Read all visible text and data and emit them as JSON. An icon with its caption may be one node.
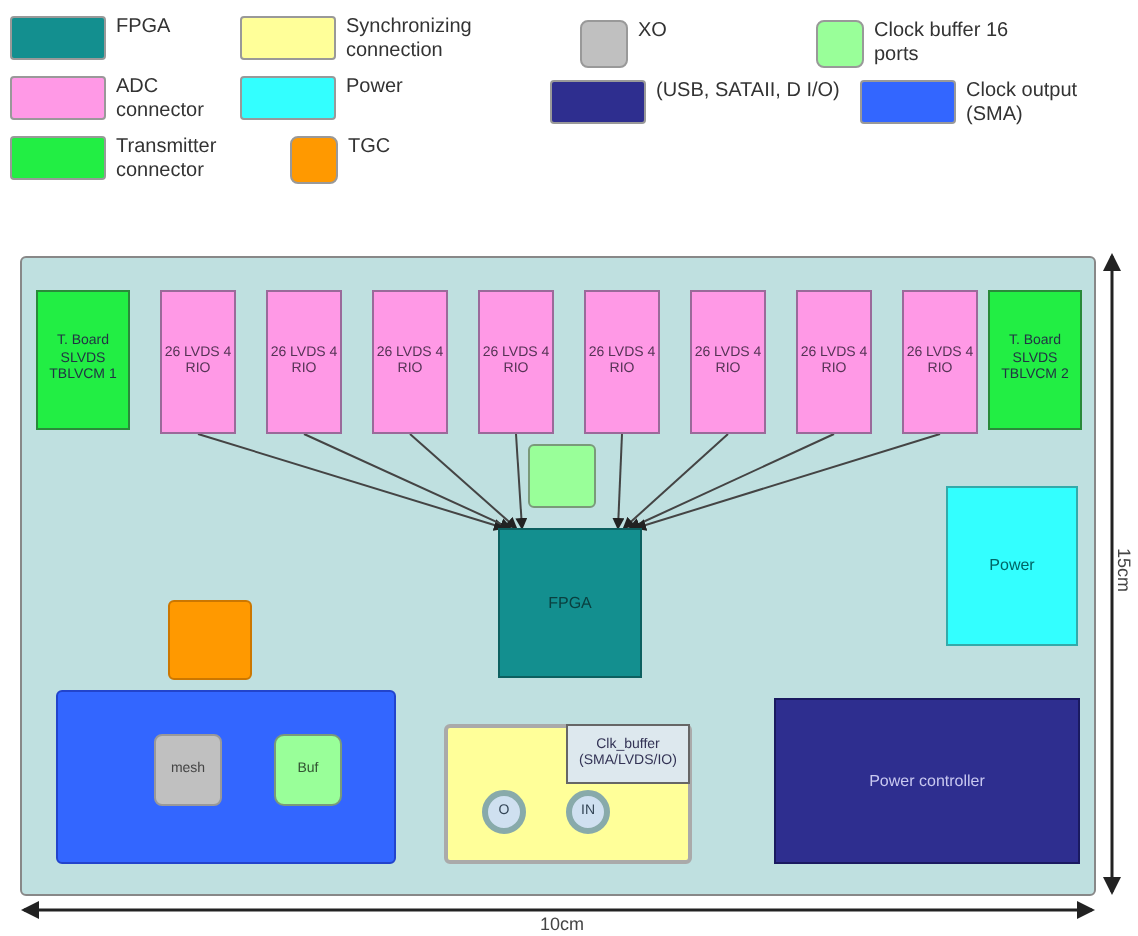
{
  "diagram": {
    "nodes": [
      {
        "text": [],
        "shape": "box"
      },
      {
        "text": [
          "T. Board SLVDS TBLVCM 1"
        ],
        "in": 0
      },
      {
        "text": [
          "26 LVDS 4 RIO"
        ],
        "in": 0
      },
      {
        "text": [
          "26 LVDS 4 RIO"
        ],
        "in": 0
      },
      {
        "text": [
          "26 LVDS 4 RIO"
        ],
        "in": 0
      },
      {
        "text": [
          "26 LVDS 4 RIO"
        ],
        "in": 0
      },
      {
        "text": [
          "26 LVDS 4 RIO"
        ],
        "in": 0
      },
      {
        "text": [
          "26 LVDS 4 RIO"
        ],
        "in": 0
      },
      {
        "text": [
          "26 LVDS 4 RIO"
        ],
        "in": 0
      },
      {
        "text": [
          "26 LVDS 4 RIO"
        ],
        "in": 0
      },
      {
        "text": [
          "T. Board SLVDS TBLVCM 2"
        ],
        "in": 0
      },
      {
        "text": [],
        "shape": "box",
        "in": 0
      },
      {
        "text": [
          "FPGA"
        ],
        "in": 0
      },
      {
        "text": [
          "Power"
        ],
        "in": 0
      },
      {
        "text": [],
        "shape": "box",
        "in": 0
      },
      {
        "text": [],
        "shape": "box",
        "in": 0
      },
      {
        "text": [
          "mesh"
        ],
        "in": 15
      },
      {
        "text": [
          "Buf"
        ],
        "in": 15
      },
      {
        "text": [],
        "shape": "box",
        "in": 0
      },
      {
        "text": [
          "Clk_buffer (SMA/LVDS/IO)"
        ],
        "in": 18
      },
      {
        "text": [
          "O"
        ],
        "in": 18
      },
      {
        "text": [
          "IN"
        ],
        "in": 18
      },
      {
        "text": [
          "Power controller"
        ],
        "in": 0
      }
    ],
    "edges": [
      {
        "from": 2,
        "to": 12,
        "arrow": "to"
      },
      {
        "from": 3,
        "to": 12,
        "arrow": "to"
      },
      {
        "from": 4,
        "to": 12,
        "arrow": "to"
      },
      {
        "from": 5,
        "to": 12,
        "arrow": "to"
      },
      {
        "from": 6,
        "to": 12,
        "arrow": "to"
      },
      {
        "from": 7,
        "to": 12,
        "arrow": "to"
      },
      {
        "from": 8,
        "to": 12,
        "arrow": "to"
      },
      {
        "from": 9,
        "to": 12,
        "arrow": "to"
      }
    ],
    "labels": [
      "10cm",
      "15cm"
    ],
    "legend": [
      {
        "text": "FPGA",
        "color": "#138f8f"
      },
      {
        "text": "Synchronizing connection",
        "color": "#ffff99"
      },
      {
        "text": "XO",
        "color": "#c0c0c0"
      },
      {
        "text": "Clock buffer 16 ports",
        "color": "#99ff99"
      },
      {
        "text": "ADC connector",
        "color": "#ff99e6"
      },
      {
        "text": "Power",
        "color": "#33ffff"
      },
      {
        "text": "(USB, SATAII, D I/O)",
        "color": "#2e2e8f"
      },
      {
        "text": "Clock output (SMA)",
        "color": "#3366ff"
      },
      {
        "text": "Transmitter connector",
        "color": "#22ee44"
      },
      {
        "text": "TGC",
        "color": "#ff9900"
      }
    ]
  }
}
